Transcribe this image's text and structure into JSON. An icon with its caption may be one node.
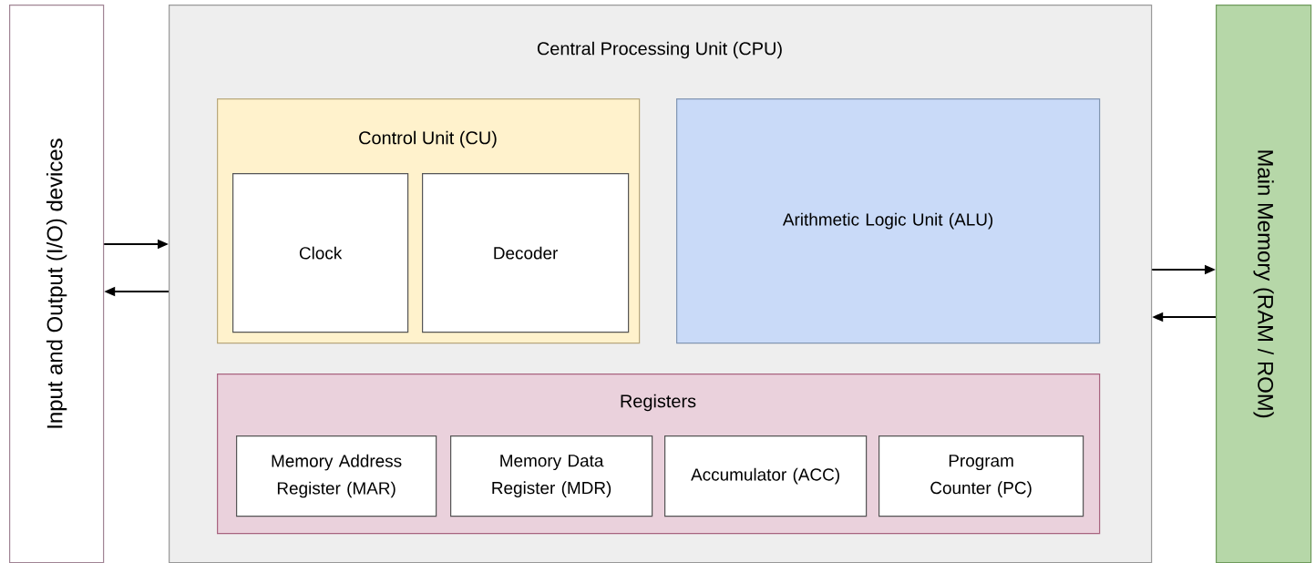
{
  "diagram": {
    "nodes": [
      {
        "text": [
          "Input and Output (I/O) devices"
        ]
      },
      {
        "text": [
          "Central Processing Unit (CPU)"
        ]
      },
      {
        "text": [
          "Control Unit (CU)"
        ],
        "in": 1
      },
      {
        "text": [
          "Clock"
        ],
        "in": 2
      },
      {
        "text": [
          "Decoder"
        ],
        "in": 2
      },
      {
        "text": [
          "Arithmetic Logic Unit (ALU)"
        ],
        "in": 1
      },
      {
        "text": [
          "Registers"
        ],
        "in": 1
      },
      {
        "text": [
          "Memory Address Register (MAR)"
        ],
        "in": 6
      },
      {
        "text": [
          "Memory Data Register (MDR)"
        ],
        "in": 6
      },
      {
        "text": [
          "Accumulator (ACC)"
        ],
        "in": 6
      },
      {
        "text": [
          "Program Counter (PC)"
        ],
        "in": 6
      },
      {
        "text": [
          "Main Memory (RAM / ROM)"
        ]
      }
    ],
    "edges": [
      {
        "from": 0,
        "to": 1,
        "arrow": "to"
      },
      {
        "from": 1,
        "to": 0,
        "arrow": "to"
      },
      {
        "from": 1,
        "to": 11,
        "arrow": "to"
      },
      {
        "from": 11,
        "to": 1,
        "arrow": "to"
      }
    ]
  }
}
